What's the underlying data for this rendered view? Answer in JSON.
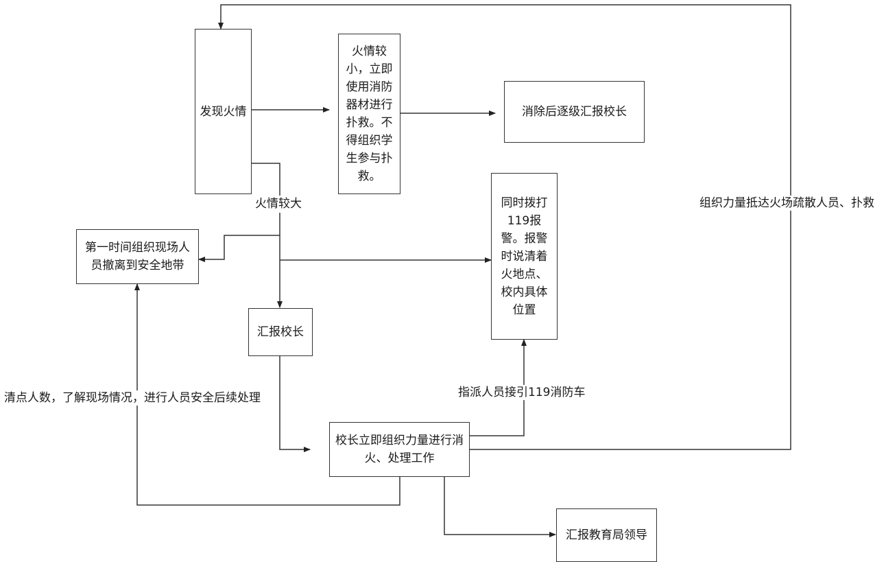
{
  "diagram": {
    "type": "flowchart",
    "nodes": {
      "discover": "发现火情",
      "small_fire": "火情较小，立即使用消防器材进行扑救。不得组织学生参与扑救。",
      "report_after": "消除后逐级汇报校长",
      "call_119": "同时拨打119报警。报警时说清着火地点、校内具体位置",
      "evacuate": "第一时间组织现场人员撤离到安全地带",
      "report_principal": "汇报校长",
      "principal_action": "校长立即组织力量进行消火、处理工作",
      "report_bureau": "汇报教育局领导"
    },
    "edge_labels": {
      "big_fire": "火情较大",
      "organize_force": "组织力量抵达火场疏散人员、扑救",
      "guide_truck": "指派人员接引119消防车",
      "headcount": "清点人数，了解现场情况，进行人员安全后续处理"
    }
  }
}
